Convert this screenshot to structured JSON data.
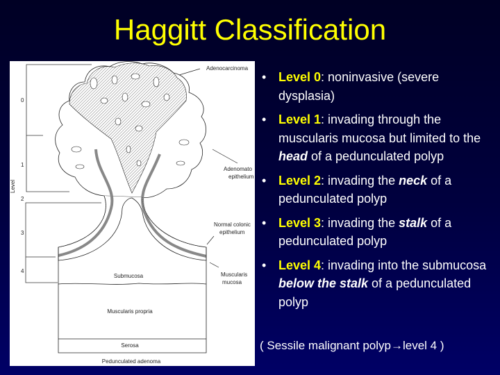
{
  "slide": {
    "title": "Haggitt Classification",
    "background_color": "#000040",
    "title_color": "#ffff00"
  },
  "figure": {
    "axis_label": "Level",
    "levels": [
      "0",
      "1",
      "2",
      "3",
      "4"
    ],
    "labels": {
      "adenocarcinoma": "Adenocarcinoma",
      "adenomatous_1": "Adenomato",
      "adenomatous_2": "epithelium",
      "normal_1": "Normal colonic",
      "normal_2": "epithelium",
      "muscularis_mucosa_1": "Muscularis",
      "muscularis_mucosa_2": "mucosa",
      "submucosa": "Submucosa",
      "muscularis_propria": "Muscularis propria",
      "serosa": "Serosa",
      "caption": "Pedunculated adenoma"
    }
  },
  "bullets": [
    {
      "level": "Level 0",
      "parts": [
        ": noninvasive (severe dysplasia)"
      ]
    },
    {
      "level": "Level 1",
      "parts": [
        ": invading through the muscularis mucosa but limited to the ",
        "head",
        " of a pedunculated polyp"
      ]
    },
    {
      "level": "Level 2",
      "parts": [
        ": invading the ",
        "neck",
        " of a pedunculated polyp"
      ]
    },
    {
      "level": "Level 3",
      "parts": [
        ": invading the ",
        "stalk",
        " of a pedunculated polyp"
      ]
    },
    {
      "level": "Level 4",
      "parts": [
        ": invading into the submucosa ",
        "below the stalk",
        " of a pedunculated polyp"
      ]
    }
  ],
  "bullet_symbol": "•",
  "note": "( Sessile malignant polyp→level 4 )"
}
